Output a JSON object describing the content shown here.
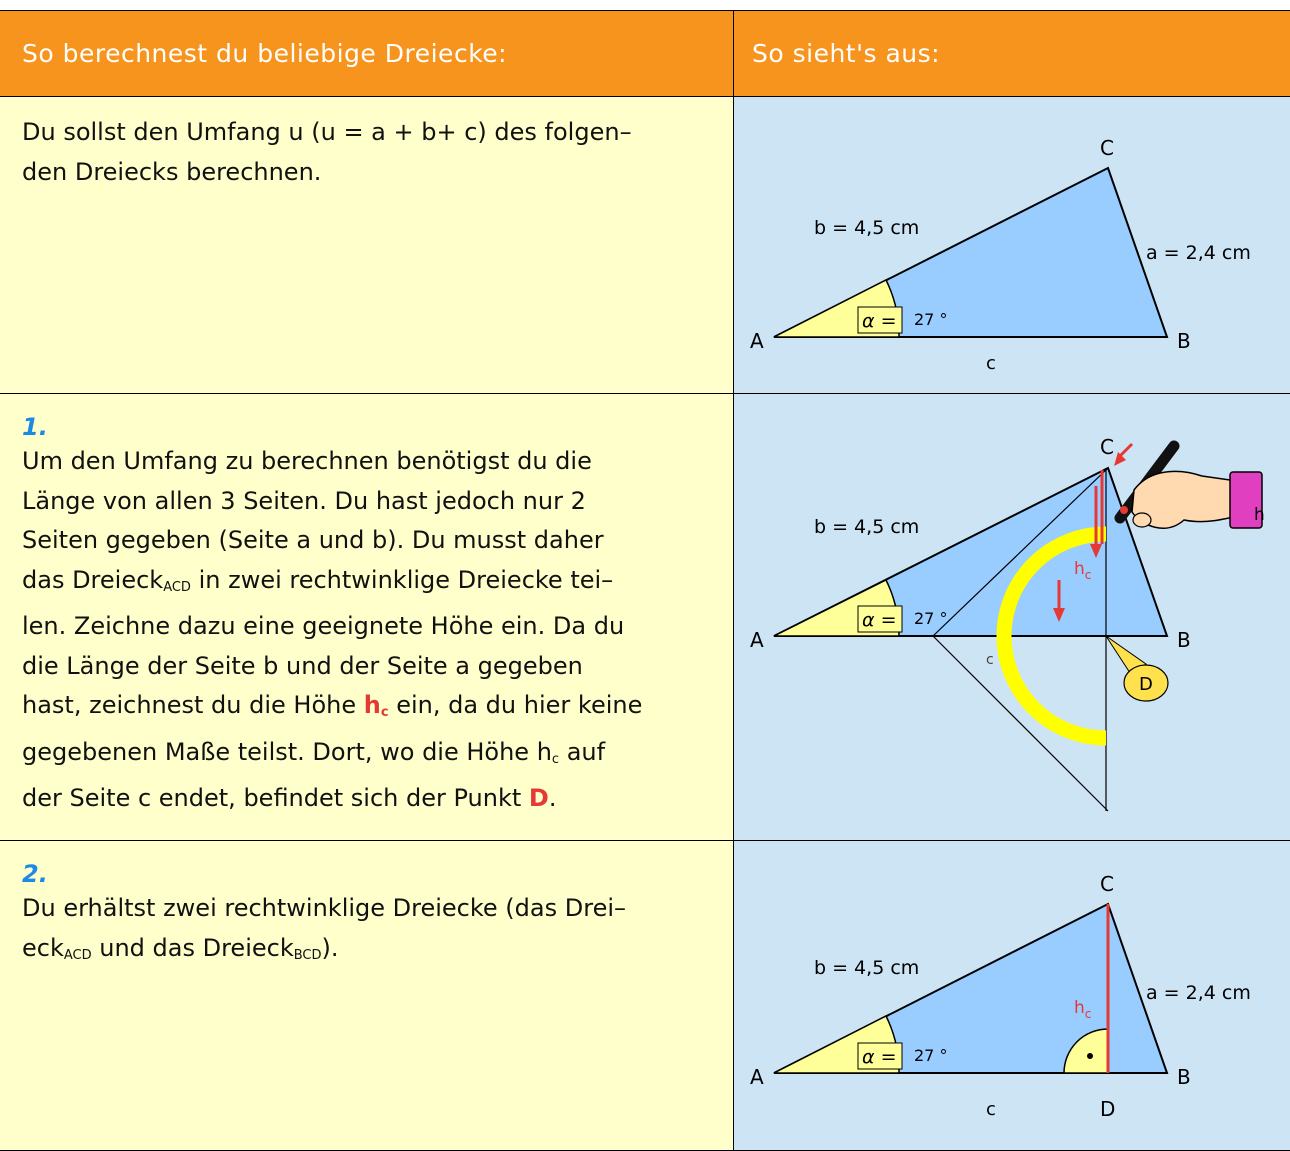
{
  "header": {
    "left": "So berechnest du beliebige Dreiecke:",
    "right": "So sieht's aus:"
  },
  "rows": [
    {
      "text": "Du sollst den Umfang u (u = a + b+ c) des folgen-den Dreiecks berechnen.",
      "line1": "Du sollst den Umfang u (u = a + b+ c) des folgen–",
      "line2": "den Dreiecks berechnen."
    },
    {
      "step": "1.",
      "t1": "Um den Umfang zu berechnen benötigst du die",
      "t2": "Länge von allen 3 Seiten. Du hast jedoch nur 2",
      "t3": "Seiten gegeben (Seite a und b). Du musst daher",
      "t4a": "das Dreieck",
      "t4sub": "ACD",
      "t4b": " in zwei rechtwinklige Dreiecke tei–",
      "t5": "len. Zeichne dazu eine geeignete Höhe ein. Da du",
      "t6": "die Länge der Seite b und der Seite a gegeben",
      "t7a": "hast, zeichnest du die Höhe ",
      "t7hl": "h",
      "t7hsub": "c",
      "t7b": " ein, da du hier keine",
      "t8a": "gegebenen Maße teilst. Dort, wo die Höhe h",
      "t8sub": "c",
      "t8b": " auf",
      "t9a": "der Seite c endet, befindet sich der Punkt ",
      "t9hl": "D",
      "t9b": "."
    },
    {
      "step": "2.",
      "t1": "Du erhältst zwei rechtwinklige Dreiecke (das Drei–",
      "t2a": "eck",
      "t2sub1": "ACD",
      "t2b": " und das Dreieck",
      "t2sub2": "BCD",
      "t2c": ")."
    }
  ],
  "figure": {
    "A": "A",
    "B": "B",
    "C": "C",
    "D": "D",
    "c": "c",
    "b_label": "b = 4,5 cm",
    "a_label": "a = 2,4 cm",
    "alpha_label": "α =",
    "angle_value": "27 °",
    "hc": "h",
    "hc_sub": "c",
    "fig2_partial_label": "h"
  },
  "colors": {
    "header_bg": "#f7941d",
    "text_bg": "#ffffcc",
    "figure_bg": "#cce4f4",
    "triangle_fill": "#99ccff",
    "angle_fill": "#ffff99",
    "highlight": "#e53935",
    "step_number": "#1e88e5",
    "protractor": "#ffff00"
  }
}
